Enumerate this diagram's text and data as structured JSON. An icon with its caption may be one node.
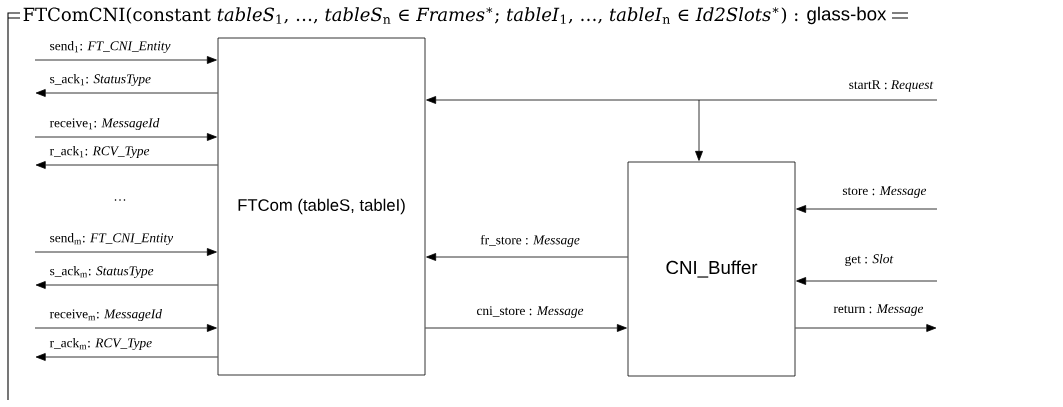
{
  "diagram": {
    "title": "FTComCNI(constant *tableS*$_{1}$, …, *tableS*$_{n}$ ∈ *Frames*$^{∗}$; *tableI*$_{1}$, …, *tableI*$_{n}$ ∈ *Id2Slots*$^{∗}$) :",
    "nodes": [
      {
        "text": [
          "FTCom (tableS, tableI)"
        ]
      },
      {
        "text": [
          "CNI_Buffer"
        ]
      }
    ],
    "edges": [
      {
        "from": null,
        "to": 0,
        "arrow": "to",
        "label": "send$_{1}$: *FT_CNI_Entity*"
      },
      {
        "from": 0,
        "to": null,
        "arrow": "to",
        "label": "s_ack$_{1}$: *StatusType*"
      },
      {
        "from": null,
        "to": 0,
        "arrow": "to",
        "label": "receive$_{1}$: *MessageId*"
      },
      {
        "from": 0,
        "to": null,
        "arrow": "to",
        "label": "r_ack$_{1}$: *RCV_Type*"
      },
      {
        "from": null,
        "to": 0,
        "arrow": "to",
        "label": "send$_{m}$: *FT_CNI_Entity*"
      },
      {
        "from": 0,
        "to": null,
        "arrow": "to",
        "label": "s_ack$_{m}$: *StatusType*"
      },
      {
        "from": null,
        "to": 0,
        "arrow": "to",
        "label": "receive$_{m}$: *MessageId*"
      },
      {
        "from": 0,
        "to": null,
        "arrow": "to",
        "label": "r_ack$_{m}$: *RCV_Type*"
      },
      {
        "from": null,
        "to": 0,
        "arrow": "to",
        "label": "startR : *Request*"
      },
      {
        "from": null,
        "to": 1,
        "arrow": "to"
      },
      {
        "from": 1,
        "to": 0,
        "arrow": "to",
        "label": "fr_store : *Message*"
      },
      {
        "from": 0,
        "to": 1,
        "arrow": "to",
        "label": "cni_store : *Message*"
      },
      {
        "from": null,
        "to": 1,
        "arrow": "to",
        "label": "store : *Message*"
      },
      {
        "from": null,
        "to": 1,
        "arrow": "to",
        "label": "get : *Slot*"
      },
      {
        "from": 1,
        "to": null,
        "arrow": "to",
        "label": "return : *Message*"
      }
    ],
    "labels": [
      "glass-box",
      "…"
    ]
  }
}
